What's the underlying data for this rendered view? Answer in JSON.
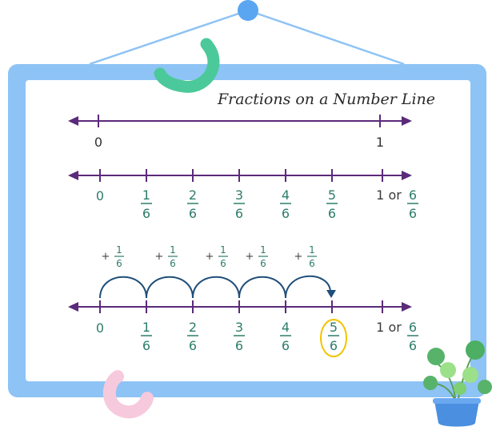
{
  "title": "Fractions on a Number Line",
  "line1": {
    "labels": [
      "0",
      "1"
    ]
  },
  "line2": {
    "zero": "0",
    "fractions": [
      {
        "n": "1",
        "d": "6"
      },
      {
        "n": "2",
        "d": "6"
      },
      {
        "n": "3",
        "d": "6"
      },
      {
        "n": "4",
        "d": "6"
      },
      {
        "n": "5",
        "d": "6"
      }
    ],
    "end_prefix": "1 or",
    "end_fraction": {
      "n": "6",
      "d": "6"
    }
  },
  "jumps": {
    "plus_sign": "+",
    "fraction": {
      "n": "1",
      "d": "6"
    },
    "count": 5
  },
  "line3": {
    "zero": "0",
    "fractions": [
      {
        "n": "1",
        "d": "6"
      },
      {
        "n": "2",
        "d": "6"
      },
      {
        "n": "3",
        "d": "6"
      },
      {
        "n": "4",
        "d": "6"
      },
      {
        "n": "5",
        "d": "6"
      }
    ],
    "end_prefix": "1 or",
    "end_fraction": {
      "n": "6",
      "d": "6"
    },
    "highlighted_index": 4
  },
  "colors": {
    "frame": "#8ec3f5",
    "board": "#ffffff",
    "line": "#5b2a7a",
    "fraction_text": "#2e7d6b",
    "jump_arc": "#1f4e79",
    "highlight": "#f2c300",
    "pin": "#5aa6f0",
    "deco_green": "#4cc99a",
    "deco_pink": "#f7c9dd",
    "pot": "#4a8fe0",
    "leaf_dark": "#58b36a",
    "leaf_light": "#9ce08a"
  }
}
